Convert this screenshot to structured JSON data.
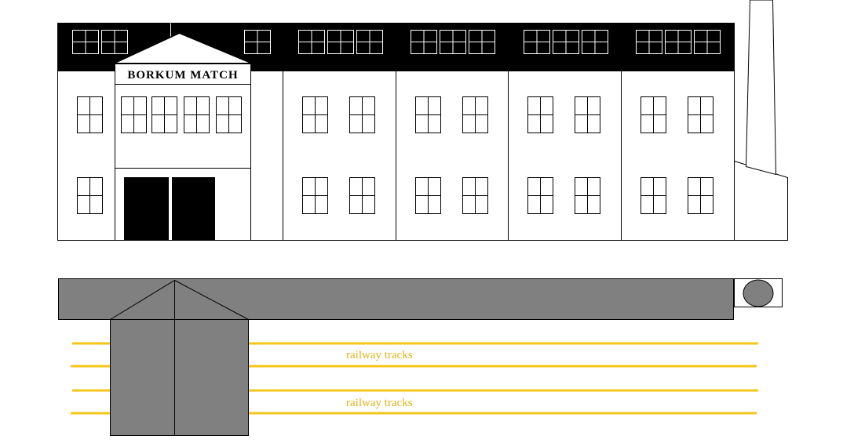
{
  "building": {
    "sign": "BORKUM MATCH"
  },
  "railway": {
    "label_upper": "railway tracks",
    "label_lower": "railway tracks"
  },
  "colors": {
    "roof": "#000000",
    "wall": "#ffffff",
    "outline": "#000000",
    "shed": "#808080",
    "track": "#f5c518",
    "label": "#e0b41a"
  }
}
